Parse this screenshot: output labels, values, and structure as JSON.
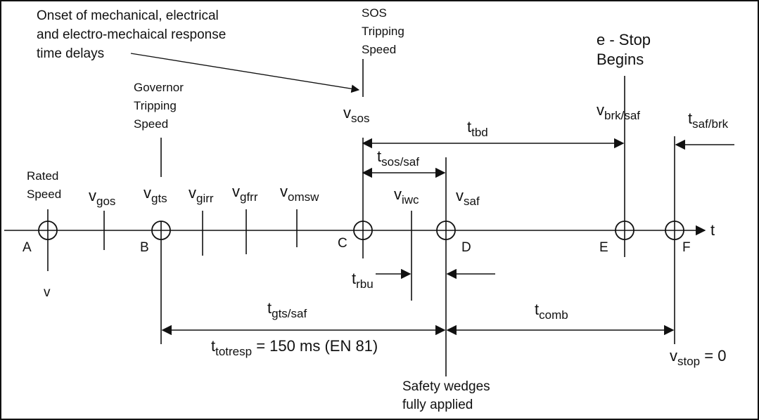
{
  "axis": {
    "label": "t"
  },
  "points": {
    "A": "A",
    "B": "B",
    "C": "C",
    "D": "D",
    "E": "E",
    "F": "F"
  },
  "v_label": "v",
  "annotations": {
    "onset": [
      "Onset of mechanical, electrical",
      "and electro-mechaical response",
      "time delays"
    ],
    "sos_trip": [
      "SOS",
      "Tripping",
      "Speed"
    ],
    "governor": [
      "Governor",
      "Tripping",
      "Speed"
    ],
    "rated": [
      "Rated",
      "Speed"
    ],
    "estop": [
      "e - Stop",
      "Begins"
    ],
    "safety": [
      "Safety wedges",
      "fully applied"
    ]
  },
  "speeds": {
    "gos": {
      "base": "v",
      "sub": "gos"
    },
    "gts": {
      "base": "v",
      "sub": "gts"
    },
    "girr": {
      "base": "v",
      "sub": "girr"
    },
    "gfrr": {
      "base": "v",
      "sub": "gfrr"
    },
    "omsw": {
      "base": "v",
      "sub": "omsw"
    },
    "sos": {
      "base": "v",
      "sub": "sos"
    },
    "iwc": {
      "base": "v",
      "sub": "iwc"
    },
    "saf": {
      "base": "v",
      "sub": "saf"
    },
    "brk": {
      "base": "v",
      "sub": "brk/saf"
    },
    "stop": {
      "base": "v",
      "sub": "stop",
      "suffix": " = 0"
    }
  },
  "times": {
    "tbd": {
      "base": "t",
      "sub": "tbd"
    },
    "sos_saf": {
      "base": "t",
      "sub": "sos/saf"
    },
    "saf_brk": {
      "base": "t",
      "sub": "saf/brk"
    },
    "rbu": {
      "base": "t",
      "sub": "rbu"
    },
    "gts_saf": {
      "base": "t",
      "sub": "gts/saf"
    },
    "comb": {
      "base": "t",
      "sub": "comb"
    },
    "totresp": {
      "base": "t",
      "sub": "totresp",
      "suffix": " = 150 ms (EN 81)"
    }
  }
}
